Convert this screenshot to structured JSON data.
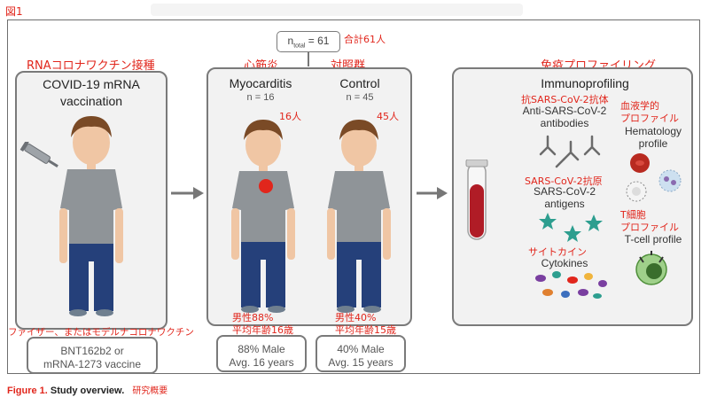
{
  "figure_tag": "図1",
  "total": {
    "label": "n",
    "sub": "total",
    "value": "= 61",
    "jp": "合計61人"
  },
  "vaccination": {
    "jp_title": "RNAコロナワクチン接種",
    "title_line1": "COVID-19 mRNA",
    "title_line2": "vaccination",
    "jp_bottom": "ファイザー、またはモデルナコロナワクチン",
    "stat_line1": "BNT162b2 or",
    "stat_line2": "mRNA-1273 vaccine"
  },
  "myocarditis": {
    "jp_title": "心筋炎",
    "title": "Myocarditis",
    "n": "n = 16",
    "jp_n": "16人",
    "jp_male": "男性88%",
    "jp_age": "平均年齢16歳",
    "stat_line1": "88% Male",
    "stat_line2": "Avg. 16 years"
  },
  "control": {
    "jp_title": "対照群",
    "title": "Control",
    "n": "n = 45",
    "jp_n": "45人",
    "jp_male": "男性40%",
    "jp_age": "平均年齢15歳",
    "stat_line1": "40% Male",
    "stat_line2": "Avg. 15 years"
  },
  "immuno": {
    "jp_title": "免疫プロファイリング",
    "title": "Immunoprofiling",
    "antibodies_jp": "抗SARS-CoV-2抗体",
    "antibodies_1": "Anti-SARS-CoV-2",
    "antibodies_2": "antibodies",
    "antigens_jp": "SARS-CoV-2抗原",
    "antigens_1": "SARS-CoV-2",
    "antigens_2": "antigens",
    "cytokines_jp": "サイトカイン",
    "cytokines": "Cytokines",
    "hema_jp_1": "血液学的",
    "hema_jp_2": "プロファイル",
    "hema_1": "Hematology",
    "hema_2": "profile",
    "tcell_jp_1": "T細胞",
    "tcell_jp_2": "プロファイル",
    "tcell": "T-cell profile"
  },
  "caption": {
    "label": "Figure 1.",
    "title": "Study overview.",
    "jp": "研究概要"
  },
  "colors": {
    "accent_red": "#e1261c",
    "panel_border": "#7a7a7a",
    "panel_fill": "#f2f2f2",
    "arrow": "#777777"
  }
}
